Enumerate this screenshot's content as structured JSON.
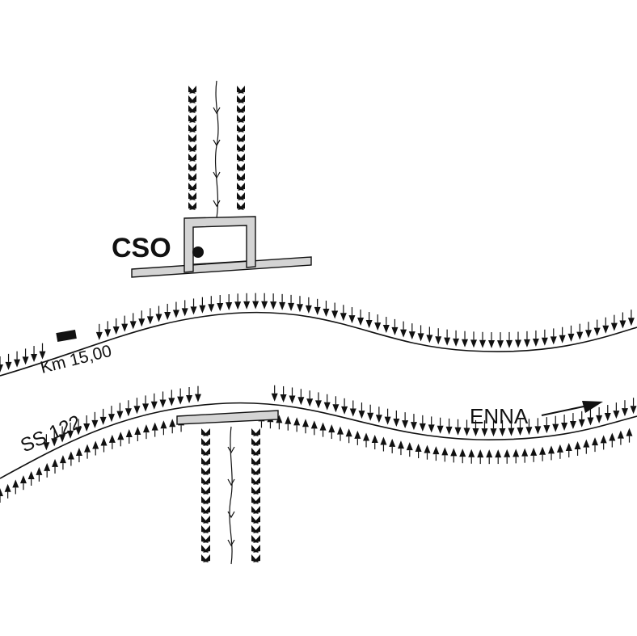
{
  "diagram": {
    "labels": {
      "station": "CSO",
      "kilometre": "Km 15,00",
      "road": "SS 122",
      "direction": "ENNA"
    },
    "colors": {
      "ink": "#111111",
      "structure_fill": "#d4d4d4",
      "background": "#ffffff"
    },
    "icons": {
      "station_marker": "filled-dot",
      "km_marker": "filled-rectangle",
      "direction_arrow": "arrow-right-icon"
    }
  }
}
